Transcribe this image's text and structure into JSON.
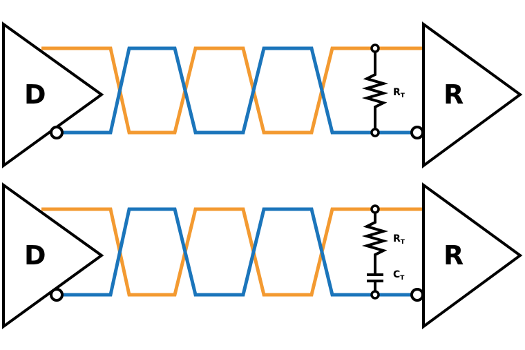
{
  "colors": {
    "line_a": "#f39a31",
    "line_b": "#1b75bb",
    "outline": "#000000",
    "background": "#ffffff"
  },
  "diagrams": [
    {
      "driver_label": "D",
      "receiver_label": "R",
      "resistor_label": {
        "main": "R",
        "sub": "T"
      }
    },
    {
      "driver_label": "D",
      "receiver_label": "R",
      "resistor_label": {
        "main": "R",
        "sub": "T"
      },
      "capacitor_label": {
        "main": "C",
        "sub": "T"
      }
    }
  ]
}
